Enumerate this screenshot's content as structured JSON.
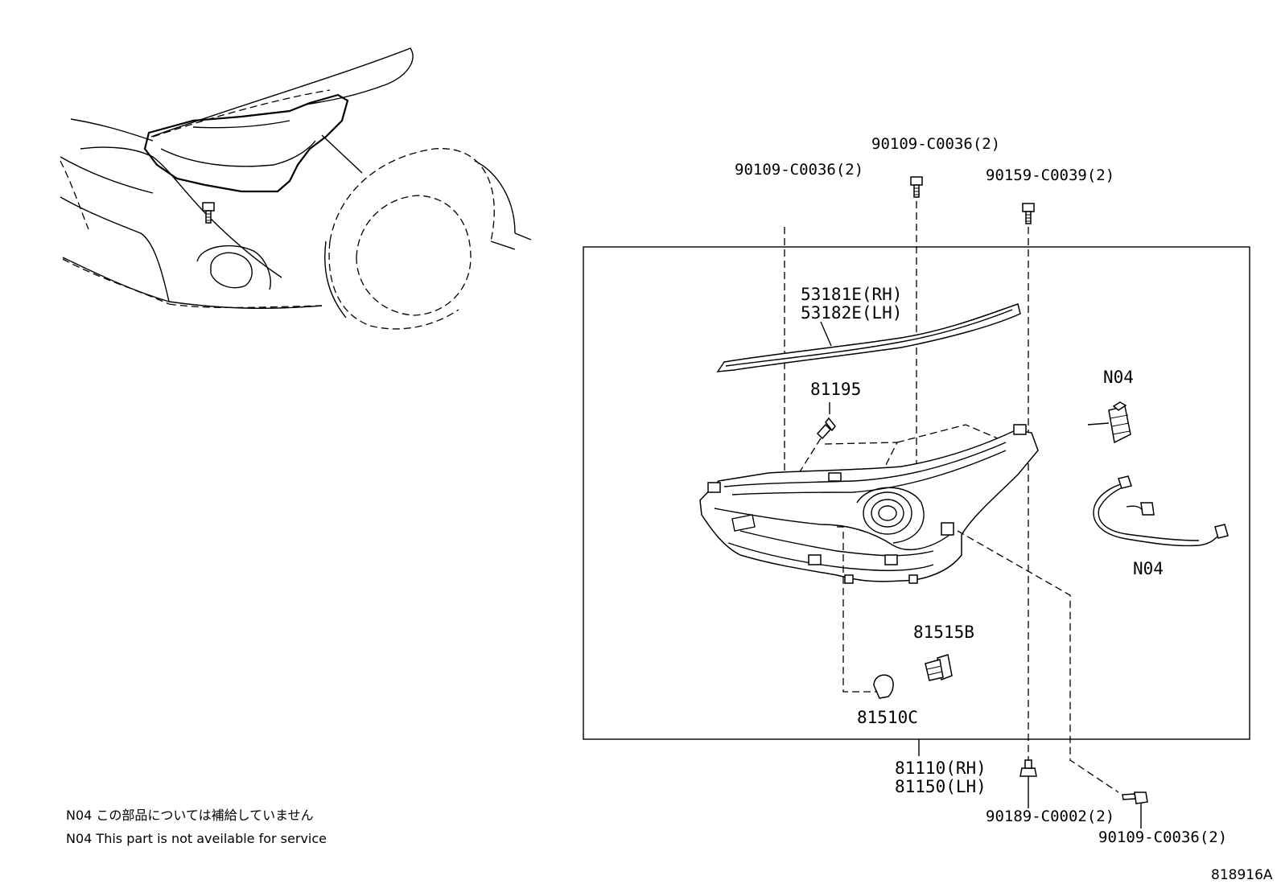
{
  "parts": [
    {
      "id": "screw-top-left",
      "label": "90109-C0036(2)"
    },
    {
      "id": "screw-top-center",
      "label": "90109-C0036(2)"
    },
    {
      "id": "screw-top-right",
      "label": "90159-C0039(2)"
    },
    {
      "id": "moulding",
      "label_lines": [
        "53181E(RH)",
        "53182E(LH)"
      ]
    },
    {
      "id": "screw-81195",
      "label": "81195"
    },
    {
      "id": "actuator",
      "label": "N04"
    },
    {
      "id": "wire-harness",
      "label": "N04"
    },
    {
      "id": "socket",
      "label": "81515B"
    },
    {
      "id": "bulb",
      "label": "81510C"
    },
    {
      "id": "headlamp-assembly",
      "label_lines": [
        "81110(RH)",
        "81150(LH)"
      ]
    },
    {
      "id": "screw-bottom-center",
      "label": "90189-C0002(2)"
    },
    {
      "id": "screw-bottom-right",
      "label": "90109-C0036(2)"
    }
  ],
  "notes": [
    "N04 この部品については補給していません",
    "N04 This part is not aveilable for service"
  ],
  "diagram_code": "818916A"
}
